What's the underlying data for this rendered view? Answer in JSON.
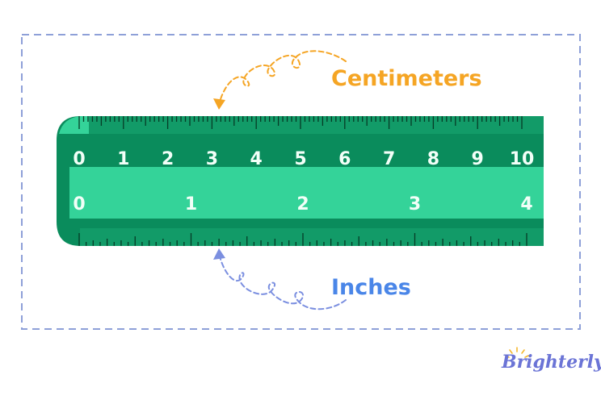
{
  "labels": {
    "centimeters": "Centimeters",
    "inches": "Inches"
  },
  "ruler": {
    "cm_numbers": [
      "0",
      "1",
      "2",
      "3",
      "4",
      "5",
      "6",
      "7",
      "8",
      "9",
      "10"
    ],
    "inch_numbers": [
      "0",
      "1",
      "2",
      "3",
      "4"
    ]
  },
  "brand": {
    "name": "Brighterly"
  },
  "colors": {
    "ruler_dark": "#0a8c5c",
    "ruler_mid": "#129b68",
    "ruler_light": "#34d399",
    "tick": "#063b26",
    "centimeters_accent": "#f5a524",
    "inches_accent": "#4a86e8",
    "frame_dash": "#8ea0d8",
    "brand": "#6b74d6"
  }
}
